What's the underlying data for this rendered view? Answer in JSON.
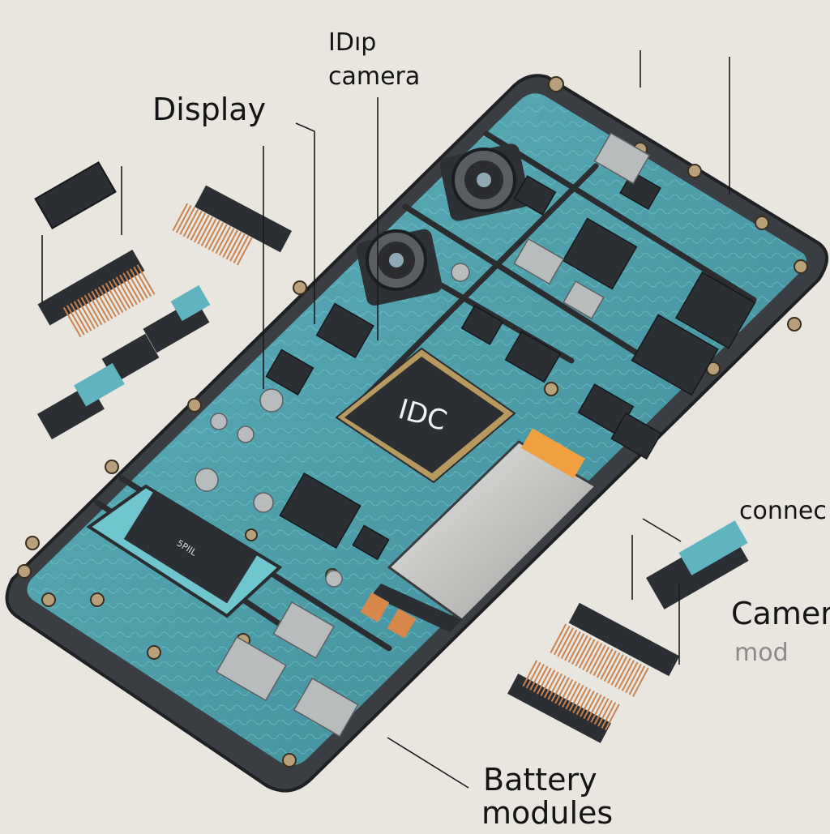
{
  "labels": {
    "display": "Display",
    "camera_top_line1": "IDıp",
    "camera_top_line2": "camera",
    "connector": "connec",
    "camera_right_line1": "Camer",
    "camera_right_line2": "mod",
    "battery_line1": "Battery",
    "battery_line2": "modules",
    "main_chip": "IDC",
    "small_chip": "5PIIL"
  },
  "colors": {
    "background": "#e8e6df",
    "pcb": "#4a9aa8",
    "pcb_dark": "#2f6f7c",
    "frame": "#3a3d42",
    "chip": "#2b2e33",
    "battery": "#cfd0cc",
    "accent_orange": "#f0a040",
    "copper": "#c9824f"
  }
}
